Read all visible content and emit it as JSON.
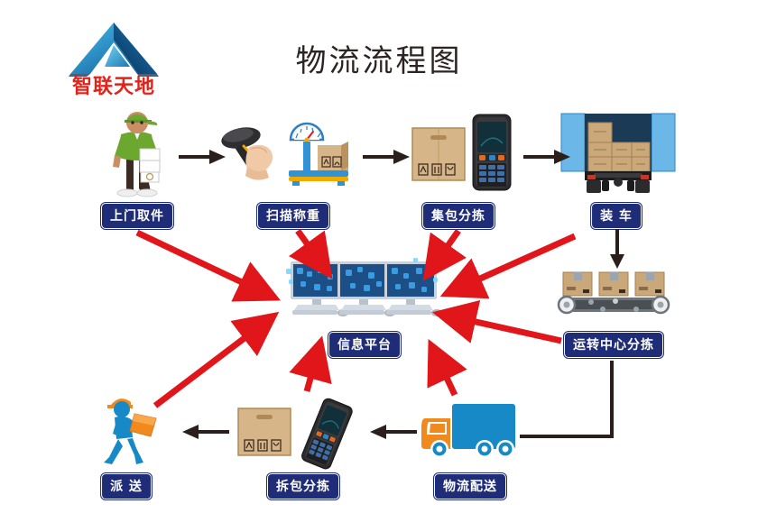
{
  "page": {
    "title": "物流流程图",
    "background_color": "#FFFFFF"
  },
  "brand": {
    "name": "智联天地",
    "logo_icon": "mountain-peak-logo",
    "logo_color_light": "#29ABE2",
    "logo_color_dark": "#0B3C6E",
    "wordmark_color": "#E2231A"
  },
  "theme": {
    "banner_fill": "#1F2C77",
    "banner_text": "#FFFFFF",
    "black_arrow": "#2B1F1C",
    "red_arrow": "#E1161B",
    "title_color": "#2B2422"
  },
  "flow": {
    "top_row": [
      {
        "id": "pickup",
        "label": "上门取件",
        "icon": "courier-person-icon"
      },
      {
        "id": "scan",
        "label": "扫描称重",
        "icon": "barcode-scanner-scale-icon"
      },
      {
        "id": "bagsort",
        "label": "集包分拣",
        "icon": "box-pda-icon"
      },
      {
        "id": "loading",
        "label": "装 车",
        "icon": "truck-rear-loading-icon"
      }
    ],
    "hub": {
      "id": "platform",
      "label": "信息平台",
      "icon": "computer-monitors-icon"
    },
    "right_node": {
      "id": "transit",
      "label": "运转中心分拣",
      "icon": "conveyor-belt-icon"
    },
    "bottom_row": [
      {
        "id": "dispatch",
        "label": "物流配送",
        "icon": "delivery-truck-icon"
      },
      {
        "id": "unpack",
        "label": "拆包分拣",
        "icon": "box-pda-tilted-icon"
      },
      {
        "id": "deliver",
        "label": "派 送",
        "icon": "delivery-person-icon"
      }
    ]
  },
  "connections": {
    "black_sequence": [
      {
        "from": "pickup",
        "to": "scan",
        "style": "straight-right"
      },
      {
        "from": "scan",
        "to": "bagsort",
        "style": "straight-right"
      },
      {
        "from": "bagsort",
        "to": "loading",
        "style": "straight-right"
      },
      {
        "from": "loading",
        "to": "transit",
        "style": "straight-down"
      },
      {
        "from": "transit",
        "to": "dispatch",
        "style": "elbow-down-left"
      },
      {
        "from": "dispatch",
        "to": "unpack",
        "style": "straight-left"
      },
      {
        "from": "unpack",
        "to": "deliver",
        "style": "straight-left"
      }
    ],
    "red_to_platform": [
      {
        "from": "pickup",
        "to": "platform"
      },
      {
        "from": "scan",
        "to": "platform"
      },
      {
        "from": "bagsort",
        "to": "platform"
      },
      {
        "from": "loading",
        "to": "platform"
      },
      {
        "from": "transit",
        "to": "platform"
      },
      {
        "from": "dispatch",
        "to": "platform"
      },
      {
        "from": "unpack",
        "to": "platform"
      },
      {
        "from": "deliver",
        "to": "platform"
      }
    ]
  }
}
